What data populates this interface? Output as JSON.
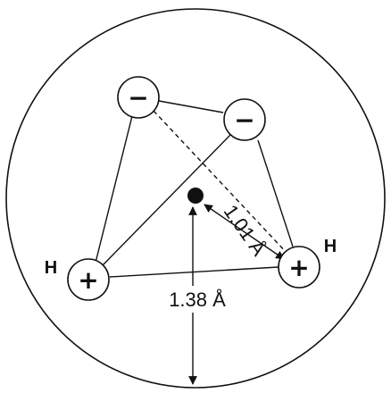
{
  "diagram": {
    "negative_charge_symbol": "−",
    "positive_charge_symbol": "+",
    "hydrogen_label": "H",
    "distance_center_to_charge": "1.01 Å",
    "distance_center_to_sphere": "1.38 Å"
  },
  "colors": {
    "stroke": "#111111",
    "background": "#ffffff"
  }
}
